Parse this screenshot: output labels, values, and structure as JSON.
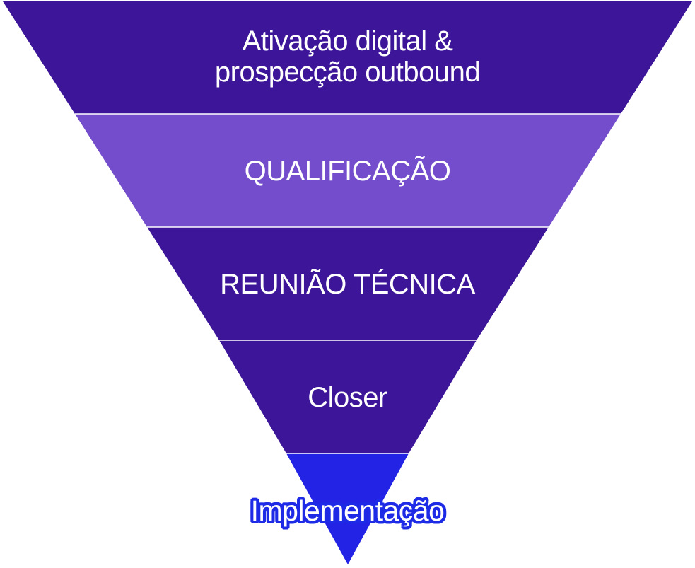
{
  "funnel": {
    "colors": {
      "dark": "#3c1599",
      "light": "#744dcc",
      "blue": "#2323e6",
      "divider": "#ffffff",
      "text": "#ffffff"
    },
    "stages": [
      {
        "label_line1": "Ativação digital &",
        "label_line2": "prospecção outbound"
      },
      {
        "label": "QUALIFICAÇÃO"
      },
      {
        "label": "REUNIÃO TÉCNICA"
      },
      {
        "label": "Closer"
      },
      {
        "label": "Implementação"
      }
    ]
  }
}
